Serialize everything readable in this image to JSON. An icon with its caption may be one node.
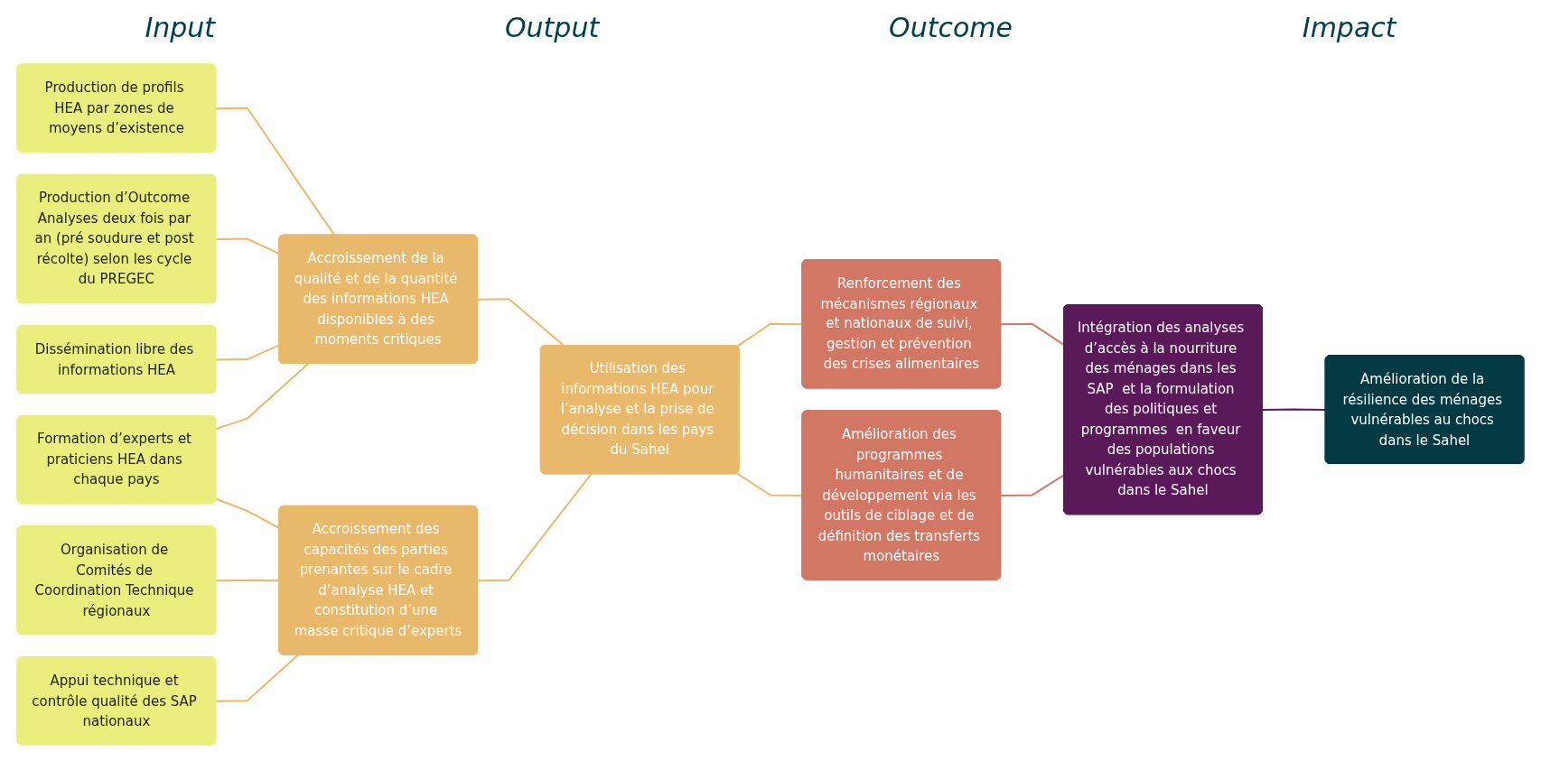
{
  "diagram": {
    "nodes": [
      {
        "text": [
          "Production de profils HEA par zones de moyens d’existence"
        ]
      },
      {
        "text": [
          "Production d’Outcome Analyses deux fois par an (pré soudure et post récolte) selon les cycle du PREGEC"
        ]
      },
      {
        "text": [
          "Dissémination libre des informations HEA"
        ]
      },
      {
        "text": [
          "Formation d’experts et praticiens HEA dans chaque pays"
        ]
      },
      {
        "text": [
          "Organisation de Comités de Coordination Technique régionaux"
        ]
      },
      {
        "text": [
          "Appui technique et contrôle qualité des SAP nationaux"
        ]
      },
      {
        "text": [
          "Accroissement de la qualité et de la quantité des informations HEA disponibles à des moments critiques"
        ]
      },
      {
        "text": [
          "Accroissement des capacités des parties prenantes sur le cadre d’analyse HEA et constitution d’une masse critique d’experts"
        ]
      },
      {
        "text": [
          "Utilisation des informations HEA pour l’analyse et la prise de décision dans les pays du Sahel"
        ]
      },
      {
        "text": [
          "Renforcement des mécanismes régionaux et nationaux de suivi, gestion et prévention des crises alimentaires"
        ]
      },
      {
        "text": [
          "Amélioration des programmes humanitaires et de développement via les outils de ciblage et de définition des transferts monétaires"
        ]
      },
      {
        "text": [
          "Intégration des analyses d’accès à la nourriture des ménages dans les SAP  et la formulation des politiques et programmes  en faveur des populations vulnérables aux chocs dans le Sahel"
        ]
      },
      {
        "text": [
          "Amélioration de la résilience des ménages vulnérables au chocs dans le Sahel"
        ]
      }
    ],
    "edges": [
      {
        "from": 0,
        "to": 6,
        "arrow": "none"
      },
      {
        "from": 1,
        "to": 6,
        "arrow": "none"
      },
      {
        "from": 2,
        "to": 6,
        "arrow": "none"
      },
      {
        "from": 3,
        "to": 6,
        "arrow": "none"
      },
      {
        "from": 3,
        "to": 7,
        "arrow": "none"
      },
      {
        "from": 4,
        "to": 7,
        "arrow": "none"
      },
      {
        "from": 5,
        "to": 7,
        "arrow": "none"
      },
      {
        "from": 6,
        "to": 8,
        "arrow": "none"
      },
      {
        "from": 7,
        "to": 8,
        "arrow": "none"
      },
      {
        "from": 8,
        "to": 9,
        "arrow": "none"
      },
      {
        "from": 8,
        "to": 10,
        "arrow": "none"
      },
      {
        "from": 9,
        "to": 11,
        "arrow": "none",
        "color": "#d27764"
      },
      {
        "from": 10,
        "to": 11,
        "arrow": "none",
        "color": "#d27764"
      },
      {
        "from": 11,
        "to": 12,
        "arrow": "none",
        "color": "#5a1a5a"
      }
    ],
    "labels": [
      "Input",
      "Output",
      "Outcome",
      "Impact"
    ]
  }
}
